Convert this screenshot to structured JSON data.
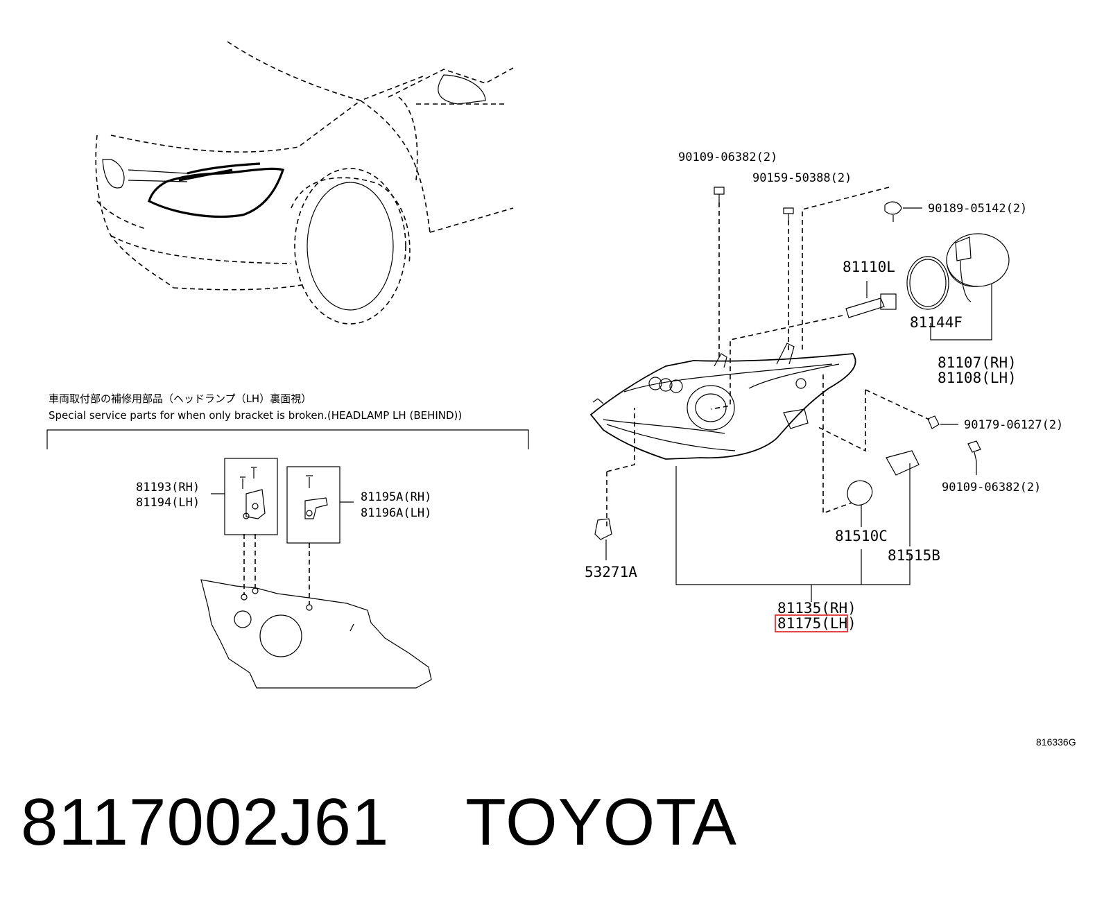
{
  "note": {
    "japanese": "車両取付部の補修用部品（ヘッドランプ（LH）裏面視）",
    "english": "Special service parts for when only bracket is broken.(HEADLAMP LH (BEHIND))"
  },
  "callouts": {
    "bolt_top": "90109-06382(2)",
    "screw_top": "90159-50388(2)",
    "clip_top": "90189-05142(2)",
    "bulb_hid": "81110L",
    "seal_ring": "81144F",
    "cover_rh": "81107(RH)",
    "cover_lh": "81108(LH)",
    "nut_right": "90179-06127(2)",
    "bolt_right": "90109-06382(2)",
    "socket_left": "53271A",
    "bulb_small": "81510C",
    "socket_right": "81515B",
    "assy_rh": "81135(RH)",
    "assy_lh": "81175(LH)",
    "bracket_a_rh": "81193(RH)",
    "bracket_a_lh": "81194(LH)",
    "bracket_b_rh": "81195A(RH)",
    "bracket_b_lh": "81196A(LH)"
  },
  "diagram_code": "816336G",
  "footer": {
    "part_number": "8117002J61",
    "brand": "TOYOTA"
  },
  "highlight_color": "#e03030"
}
